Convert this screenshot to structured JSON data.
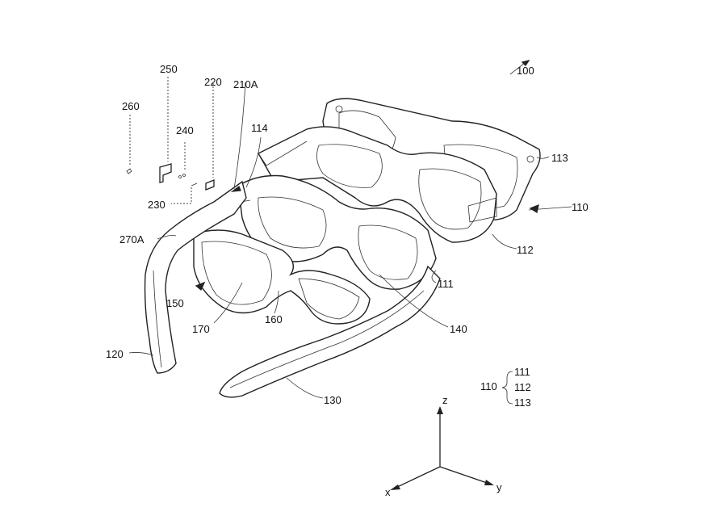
{
  "figure": {
    "ref_assembly": "100",
    "labels": {
      "l250": "250",
      "l220": "220",
      "l210A": "210A",
      "l260": "260",
      "l240": "240",
      "l114": "114",
      "l230": "230",
      "l113": "113",
      "l110": "110",
      "l270A": "270A",
      "l112": "112",
      "l111": "111",
      "l150": "150",
      "l170": "170",
      "l160": "160",
      "l140": "140",
      "l120": "120",
      "l130": "130"
    },
    "legend": {
      "parent": "110",
      "children": [
        "111",
        "112",
        "113"
      ]
    },
    "axes": {
      "z": "z",
      "x": "x",
      "y": "y"
    }
  }
}
